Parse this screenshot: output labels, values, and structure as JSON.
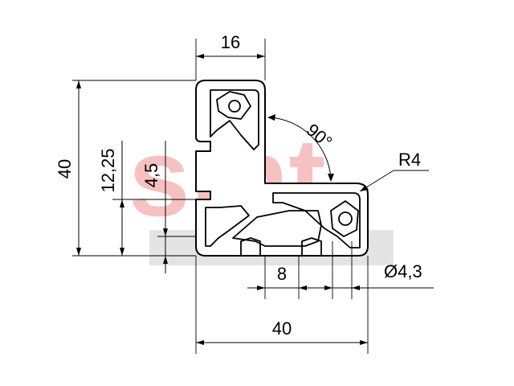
{
  "watermark": {
    "text": "smt",
    "color": "#f6c1c1",
    "band_color": "#e4e4e4"
  },
  "dimensions": {
    "top_width": "16",
    "angle": "90°",
    "radius": "R4",
    "overall_height": "40",
    "offset_height": "12,25",
    "slot_height": "4,5",
    "slot_width": "8",
    "hole_diameter": "Ø4,3",
    "overall_width": "40"
  }
}
